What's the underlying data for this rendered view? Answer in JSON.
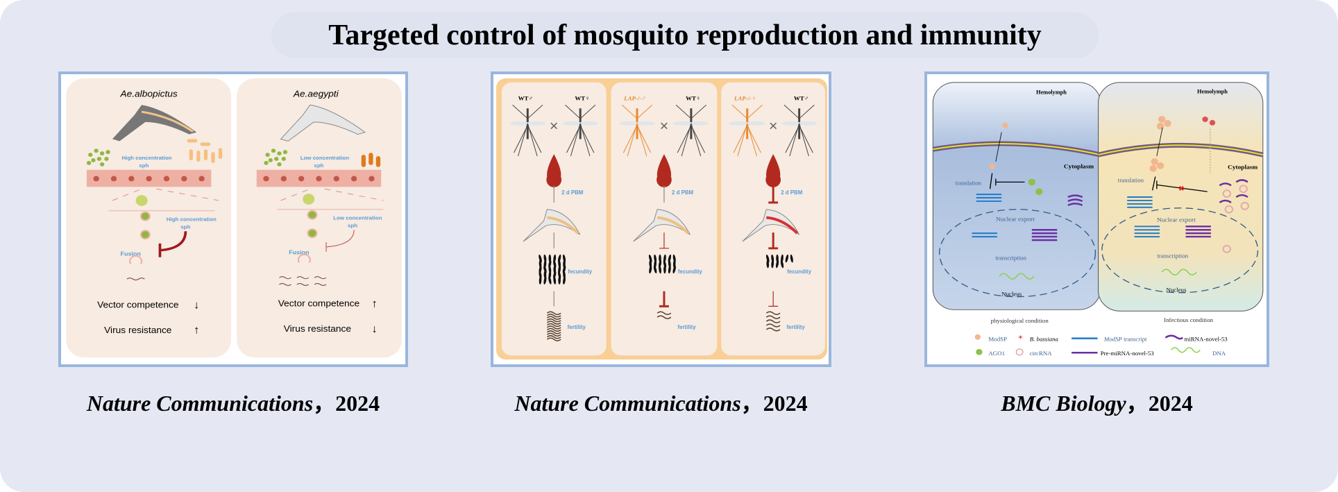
{
  "title": "Targeted control of mosquito reproduction and immunity",
  "panel1": {
    "left": {
      "species": "Ae.albopictus",
      "conc1": "High concentration",
      "sph": "sph",
      "conc2": "High concentration",
      "fusion": "Fusion",
      "vector": "Vector competence",
      "vector_arrow": "↓",
      "virus": "Virus resistance",
      "virus_arrow": "↑"
    },
    "right": {
      "species": "Ae.aegypti",
      "conc1": "Low concentration",
      "sph": "sph",
      "conc2": "Low concentration",
      "fusion": "Fusion",
      "vector": "Vector competence",
      "vector_arrow": "↑",
      "virus": "Virus resistance",
      "virus_arrow": "↓"
    }
  },
  "panel2": {
    "columns": [
      {
        "a": "WT♂",
        "b": "WT♀",
        "pbm": "2 d PBM",
        "fecundity": "fecundity",
        "fertility": "fertility"
      },
      {
        "a": "LAP-/-♂",
        "b": "WT♀",
        "pbm": "2 d PBM",
        "fecundity": "fecundity",
        "fertility": "fertility"
      },
      {
        "a": "LAP-/-♀",
        "b": "WT♂",
        "pbm": "2 d PBM",
        "fecundity": "fecundity",
        "fertility": "fertility"
      }
    ]
  },
  "panel3": {
    "left": {
      "hemolymph": "Hemolymph",
      "cytoplasm": "Cytoplasm",
      "translation": "translation",
      "export": "Nuclear export",
      "transcription": "transcription",
      "nucleus": "Nucleus",
      "condition": "physiological condition"
    },
    "right": {
      "hemolymph": "Hemolymph",
      "cytoplasm": "Cytoplasm",
      "translation": "translation",
      "export": "Nuclear export",
      "transcription": "transcription",
      "nucleus": "Nucleus",
      "condition": "Infectious condition"
    },
    "legend": {
      "modsp": "ModSP",
      "bbassiana": "B. bassiana",
      "transcript_italic": "ModSP",
      "transcript": " transcript",
      "mirna": "miRNA-novel-53",
      "ago1": "AGO1",
      "circrna": "circRNA",
      "premirna": "Pre-miRNA-novel-53",
      "dna": "DNA"
    }
  },
  "captions": [
    {
      "journal": "Nature Communications",
      "sep": "，",
      "year": "2024"
    },
    {
      "journal": "Nature Communications",
      "sep": "，",
      "year": "2024"
    },
    {
      "journal": "BMC Biology",
      "sep": "，",
      "year": "2024"
    }
  ],
  "colors": {
    "accent_blue": "#5b9bd5",
    "panel_border": "#9ab6dc",
    "blood": "#b22a1f",
    "orange": "#e8892e"
  }
}
